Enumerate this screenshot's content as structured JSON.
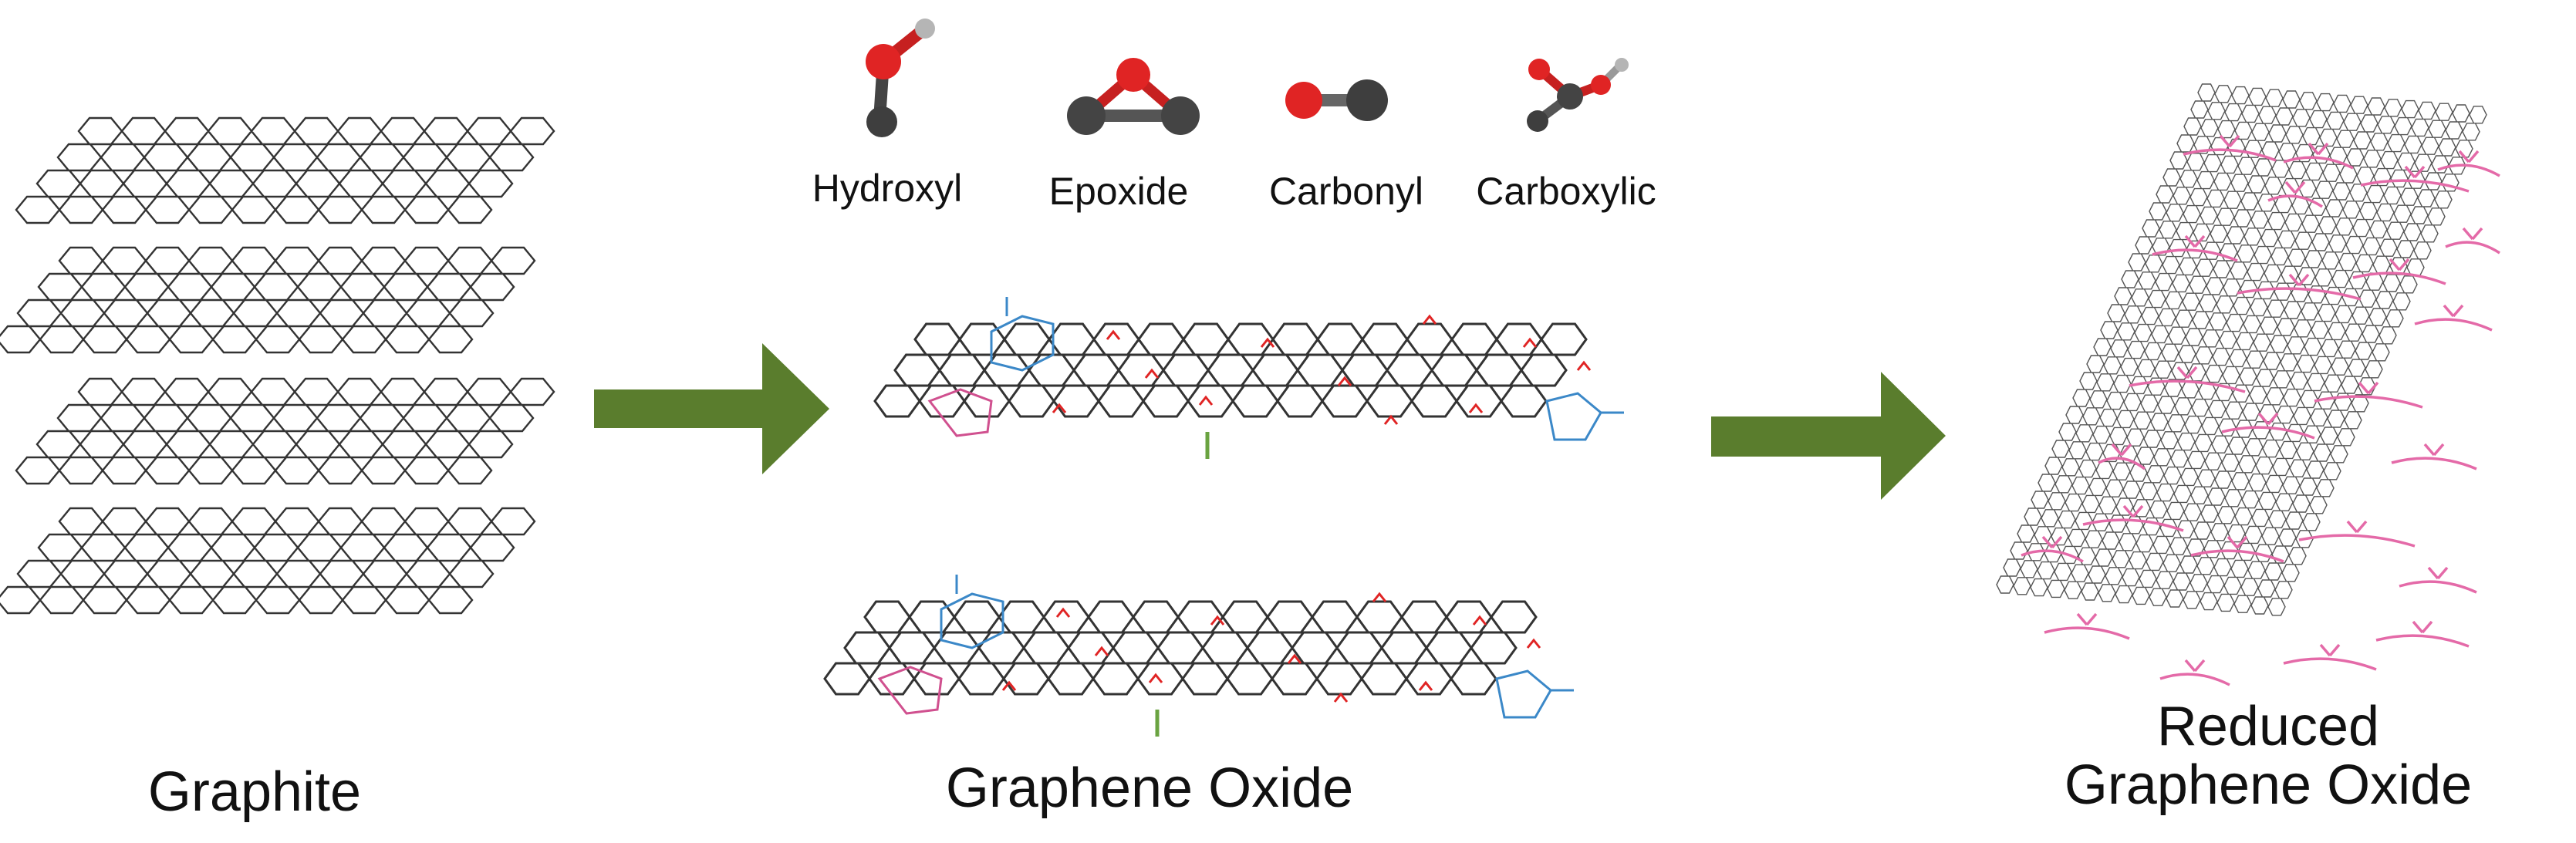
{
  "labels": {
    "graphite": "Graphite",
    "graphene_oxide": "Graphene Oxide",
    "reduced_line1": "Reduced",
    "reduced_line2": "Graphene Oxide"
  },
  "functional_groups": [
    {
      "key": "hydroxyl",
      "label": "Hydroxyl",
      "icon": "hydroxyl-molecule-icon"
    },
    {
      "key": "epoxide",
      "label": "Epoxide",
      "icon": "epoxide-molecule-icon"
    },
    {
      "key": "carbonyl",
      "label": "Carbonyl",
      "icon": "carbonyl-molecule-icon"
    },
    {
      "key": "carboxylic",
      "label": "Carboxylic",
      "icon": "carboxylic-molecule-icon"
    }
  ],
  "colors": {
    "arrow": "#5a7d2d",
    "lattice": "#333333",
    "oxygen": "#e02424",
    "carbon_atom": "#4a4a4a",
    "hydrogen_atom": "#b8b8b8",
    "edge_group_blue": "#3b88c8",
    "edge_group_pink": "#d0508f",
    "edge_group_green": "#6aa341",
    "rgo_defects": "#e46aa8"
  }
}
